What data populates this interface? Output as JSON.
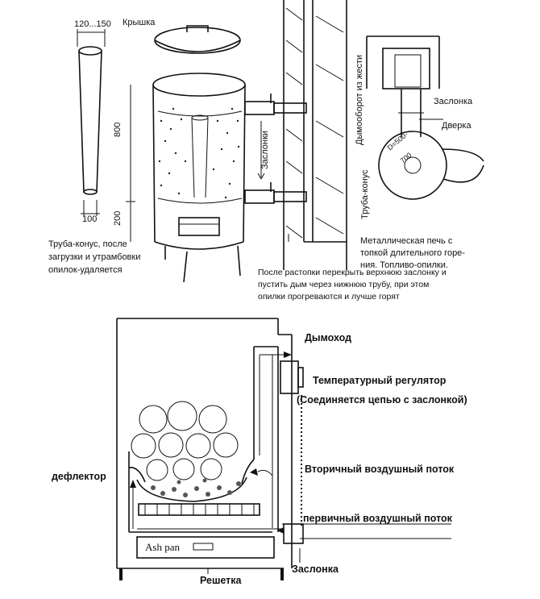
{
  "top_diagram": {
    "dim_top": "120...150",
    "dim_bottom": "100",
    "lid": "Крышка",
    "height_upper": "800",
    "height_lower": "200",
    "vertical_label_dampers": "Заслонки",
    "cone_caption": [
      "Труба-конус, после",
      "загрузки и утрамбовки",
      "опилок-удаляется"
    ],
    "procedure_caption": [
      "После растопки перекрыть верхнюю заслонку и",
      "пустить дым через нижнюю трубу, при этом",
      "опилки прогреваются и лучше горят"
    ]
  },
  "top_view": {
    "damper": "Заслонка",
    "door": "Дверка",
    "chimney_vertical": "Дымооборот из жести",
    "diameter": "D=500-",
    "diameter2": "700",
    "cone_vertical": "Труба-конус",
    "caption": [
      "Металлическая печь с",
      "топкой длительного горе-",
      "ния. Топливо-опилки."
    ]
  },
  "bottom_diagram": {
    "chimney": "Дымоход",
    "regulator": "Температурный регулятор",
    "regulator_note": "(Соединяется цепью с заслонкой)",
    "secondary_air": "Вторичный воздушный поток",
    "deflector": "дефлектор",
    "primary_air": "первичный воздушный поток",
    "ash_pan": "Ash pan",
    "grate": "Решетка",
    "damper": "Заслонка"
  }
}
